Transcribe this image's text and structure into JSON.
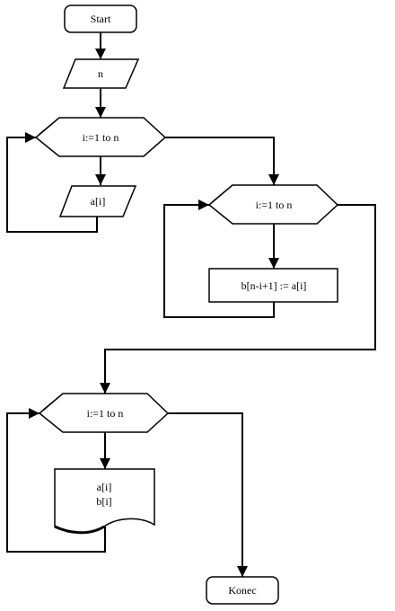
{
  "flowchart": {
    "start": "Start",
    "input_n": "n",
    "loop1": "i:=1 to n",
    "input_a": "a[i]",
    "loop2": "i:=1 to n",
    "assign": "b[n-i+1] := a[i]",
    "loop3": "i:=1 to n",
    "output_a": "a[i]",
    "output_b": "b[i]",
    "end": "Konec"
  }
}
